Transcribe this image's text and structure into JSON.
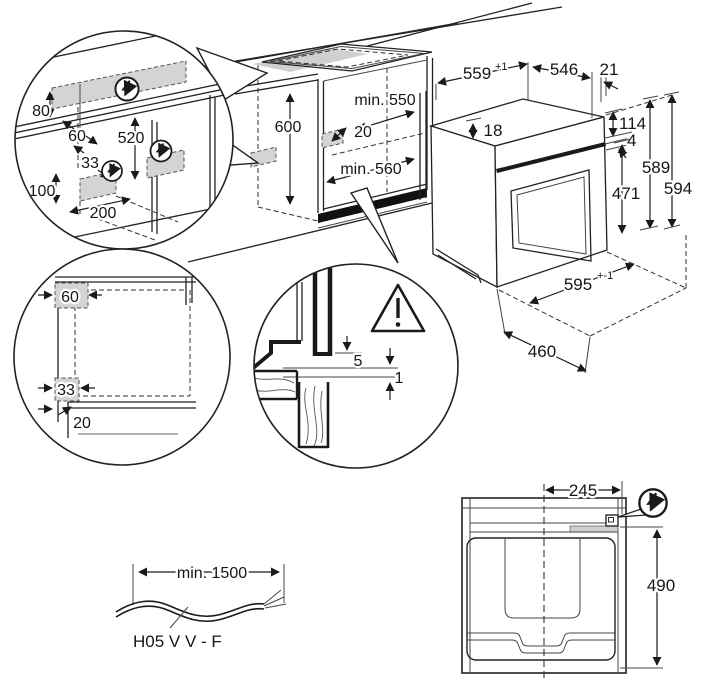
{
  "diagram": {
    "title": "built-in oven installation diagram",
    "colors": {
      "background": "#ffffff",
      "line": "#222222",
      "fill_gray": "#d4d4d4",
      "plinth_black": "#111111"
    },
    "icons": {
      "power": "lightning-bolt-in-circle",
      "warning": "exclamation-triangle"
    },
    "wall_detail": {
      "d80": "80",
      "d60": "60",
      "d520": "520",
      "d33": "33",
      "d100": "100",
      "d200": "200"
    },
    "niche": {
      "d600": "600",
      "min550": "min. 550",
      "d20": "20",
      "min560": "min. 560"
    },
    "oven": {
      "d559": "559",
      "t559": "+1",
      "d546": "546",
      "d21": "21",
      "d18": "18",
      "d114": "114",
      "d4": "4",
      "d589": "589",
      "d594": "594",
      "d471": "471",
      "d595": "595",
      "t595": "+-1",
      "d460": "460"
    },
    "side_detail": {
      "d60": "60",
      "d33": "33",
      "d20": "20"
    },
    "gap_detail": {
      "d5": "5",
      "d1": "1"
    },
    "cable": {
      "length": "min. 1500",
      "type": "H05 V V - F"
    },
    "top_view": {
      "d245": "245",
      "d490": "490"
    }
  }
}
